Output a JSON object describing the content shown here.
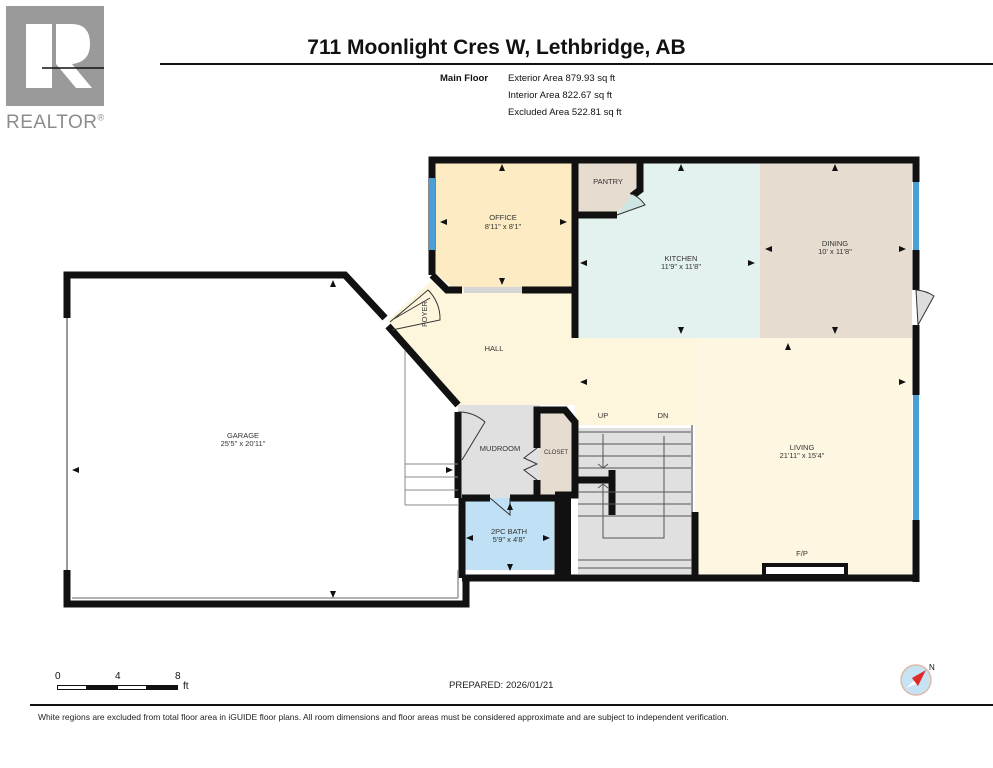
{
  "logo": {
    "brand": "REALTOR",
    "mark": "®",
    "icon": "realtor-r-logo-icon"
  },
  "header": {
    "title": "711 Moonlight Cres W, Lethbridge, AB",
    "floor_label": "Main Floor",
    "areas": [
      "Exterior Area 879.93 sq ft",
      "Interior Area 822.67 sq ft",
      "Excluded Area 522.81 sq ft"
    ]
  },
  "rooms": {
    "office": {
      "name": "OFFICE",
      "dims": "8'11\" x 8'1\"",
      "color": "#fdebc4"
    },
    "pantry": {
      "name": "PANTRY",
      "color": "#e6dccf"
    },
    "kitchen": {
      "name": "KITCHEN",
      "dims": "11'9\" x 11'8\"",
      "color": "#e3f2ee"
    },
    "dining": {
      "name": "DINING",
      "dims": "10' x 11'8\"",
      "color": "#e6ddd0"
    },
    "foyer": {
      "name": "FOYER",
      "color": "#fdf5dc"
    },
    "hall": {
      "name": "HALL",
      "color": "#fdf5dc"
    },
    "garage": {
      "name": "GARAGE",
      "dims": "25'5\" x 20'11\"",
      "color": "#ffffff"
    },
    "mudroom": {
      "name": "MUDROOM",
      "color": "#e0e0e0"
    },
    "closet": {
      "name": "CLOSET",
      "color": "#e6dccf"
    },
    "bath": {
      "name": "2PC BATH",
      "dims": "5'9\" x 4'8\"",
      "color": "#bfe0f5"
    },
    "living": {
      "name": "LIVING",
      "dims": "21'11\" x 15'4\"",
      "color": "#fdf6e0"
    },
    "stairs": {
      "up": "UP",
      "down": "DN",
      "color": "#e0e0e0"
    },
    "fireplace": {
      "name": "F/P"
    }
  },
  "colors": {
    "wall": "#111111",
    "window": "#4a9fd4",
    "door_opening": "#d6d6d6"
  },
  "scale": {
    "ticks": [
      "0",
      "4",
      "8"
    ],
    "unit": "ft"
  },
  "prepared": "PREPARED: 2026/01/21",
  "compass": {
    "label": "N",
    "icon": "north-compass-icon"
  },
  "footer": {
    "disclaimer": "White regions are excluded from total floor area in iGUIDE floor plans. All room dimensions and floor areas must be considered approximate and are subject to independent verification."
  }
}
